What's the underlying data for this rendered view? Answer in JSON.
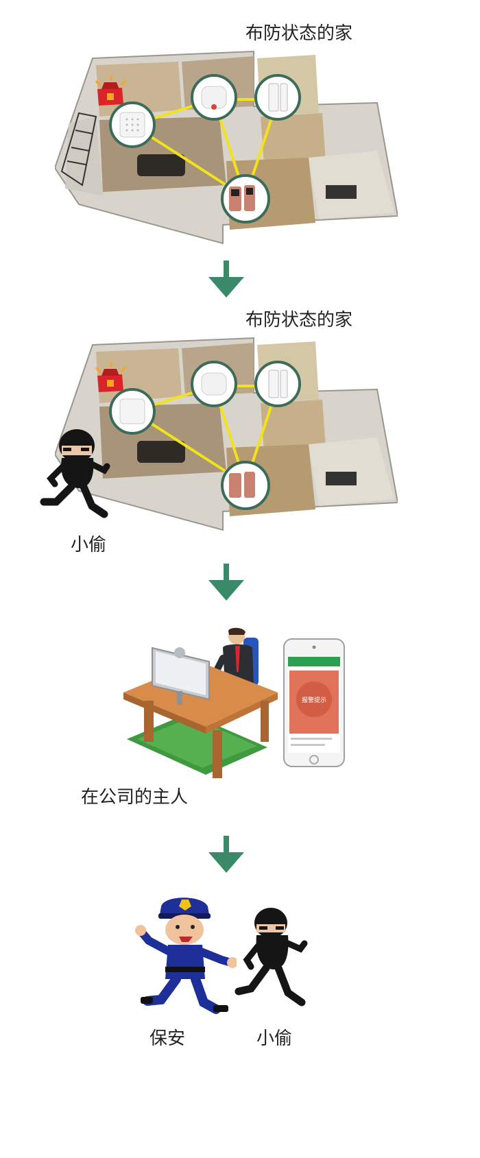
{
  "section1": {
    "title": "布防状态的家"
  },
  "section2": {
    "title": "布防状态的家",
    "thief_label": "小偷"
  },
  "section3": {
    "owner_label": "在公司的主人",
    "phone_screen_text": "报警提示"
  },
  "section4": {
    "guard_label": "保安",
    "thief_label": "小偷"
  },
  "colors": {
    "arrow": "#3a8a6a",
    "device_ring": "#3d6b5a",
    "link_line": "#f1e21b",
    "alarm_red": "#d9252a",
    "phone_header": "#2e9e50",
    "phone_panel": "#e0735a"
  },
  "icons": [
    "alarm-siren-icon",
    "smart-hub-icon",
    "door-sensor-icon",
    "smart-lock-icon",
    "down-arrow-icon"
  ]
}
